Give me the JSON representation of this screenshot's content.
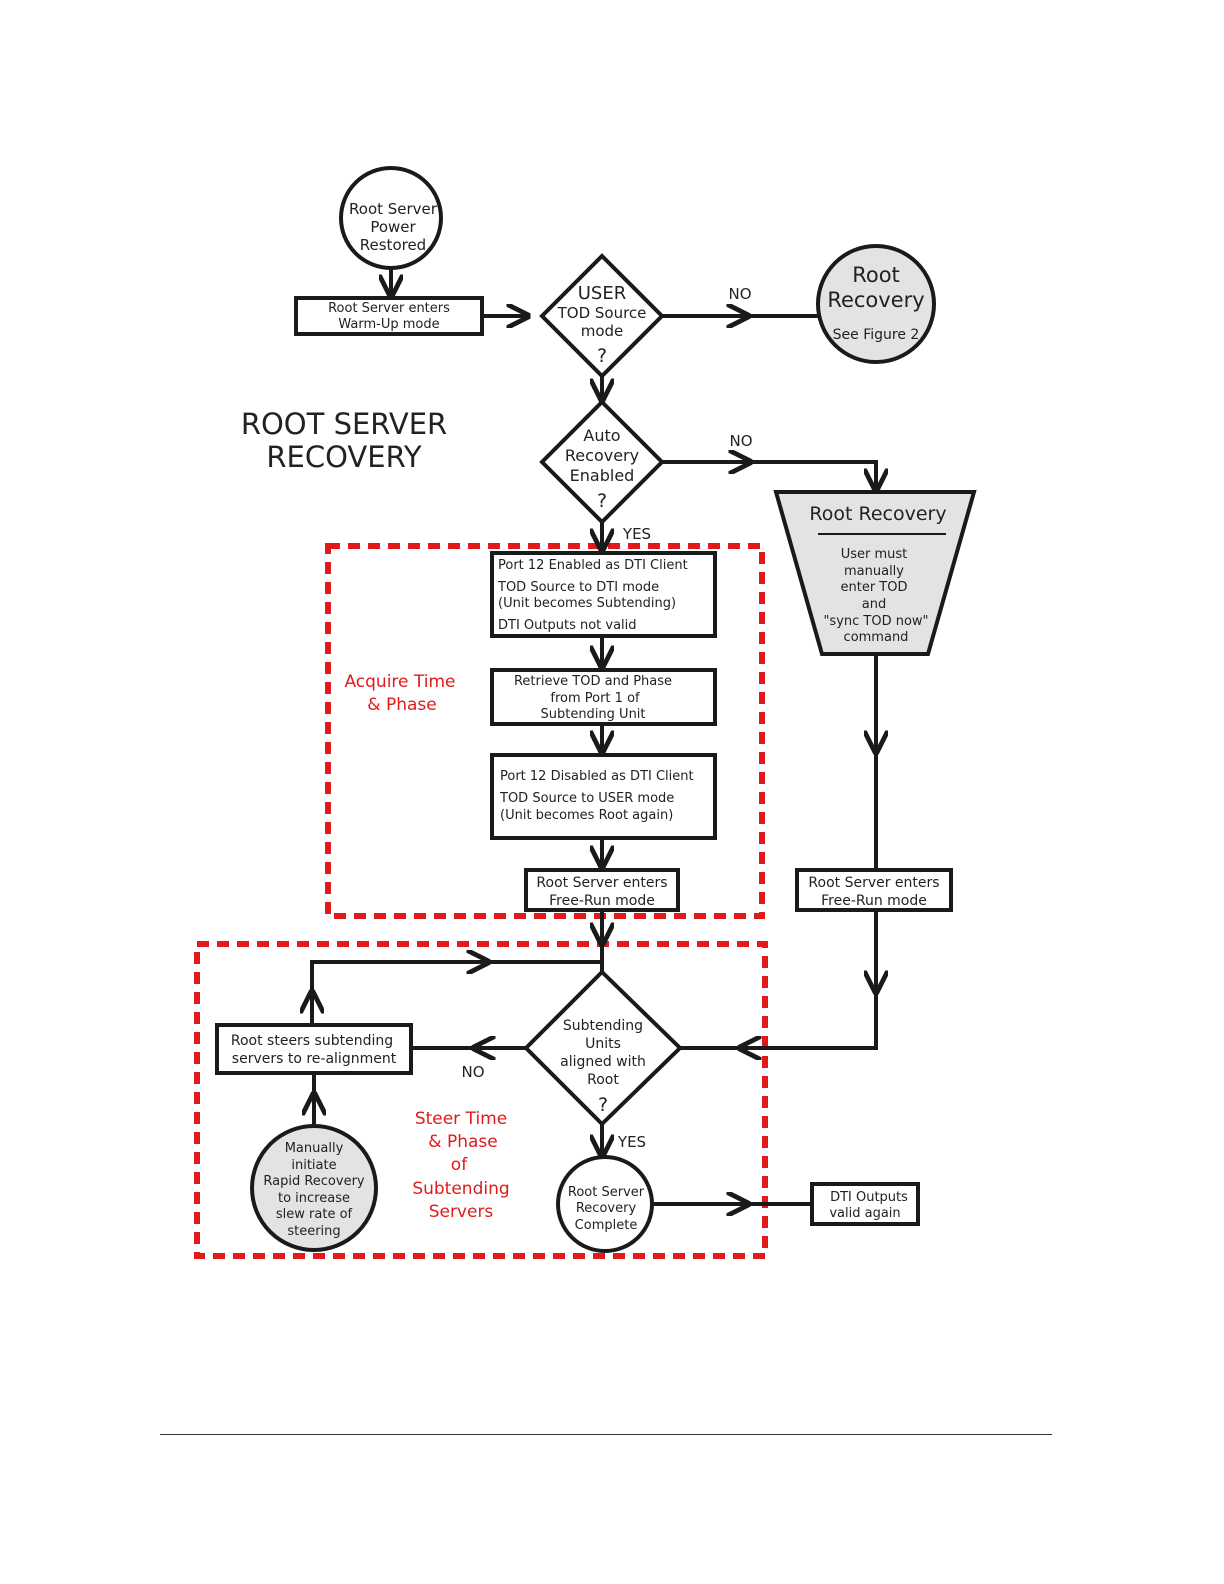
{
  "title": [
    "ROOT SERVER",
    "RECOVERY"
  ],
  "start": [
    "Root Server",
    "Power",
    "Restored"
  ],
  "warmup": [
    "Root Server enters",
    "Warm-Up mode"
  ],
  "decision_user_tod": [
    "USER",
    "TOD Source",
    "mode",
    "?"
  ],
  "root_recovery_fig2": [
    "Root",
    "Recovery",
    "See Figure 2"
  ],
  "decision_auto": [
    "Auto",
    "Recovery",
    "Enabled",
    "?"
  ],
  "manual_recovery": {
    "title": "Root Recovery",
    "body": [
      "User must",
      "manually",
      "enter TOD",
      "and",
      "\"sync TOD now\"",
      "command"
    ]
  },
  "port12_enable": [
    "Port 12 Enabled as DTI Client",
    "TOD Source to DTI mode",
    "(Unit becomes Subtending)",
    "DTI Outputs not valid"
  ],
  "retrieve": [
    "Retrieve TOD and Phase",
    "from Port 1 of",
    "Subtending Unit"
  ],
  "port12_disable": [
    "Port 12 Disabled as DTI Client",
    "TOD Source to USER mode",
    "(Unit becomes Root again)"
  ],
  "freerun_left": [
    "Root Server enters",
    "Free-Run mode"
  ],
  "freerun_right": [
    "Root Server enters",
    "Free-Run mode"
  ],
  "acquire_label": [
    "Acquire Time",
    "& Phase"
  ],
  "decision_aligned": [
    "Subtending",
    "Units",
    "aligned with",
    "Root",
    "?"
  ],
  "steer_box": [
    "Root steers subtending",
    "servers to re-alignment"
  ],
  "manual_rapid": [
    "Manually",
    "initiate",
    "Rapid Recovery",
    "to increase",
    "slew rate of",
    "steering"
  ],
  "steer_label": [
    "Steer Time",
    "& Phase",
    "of",
    "Subtending",
    "Servers"
  ],
  "recovery_complete": [
    "Root Server",
    "Recovery",
    "Complete"
  ],
  "dti_valid": [
    "DTI Outputs",
    "valid again"
  ],
  "labels": {
    "no1": "NO",
    "no2": "NO",
    "yes1": "YES",
    "no3": "NO",
    "yes2": "YES"
  },
  "colors": {
    "accent": "#e01a1a",
    "ink": "#1a1a1a",
    "fill_gray": "#e3e3e3"
  }
}
